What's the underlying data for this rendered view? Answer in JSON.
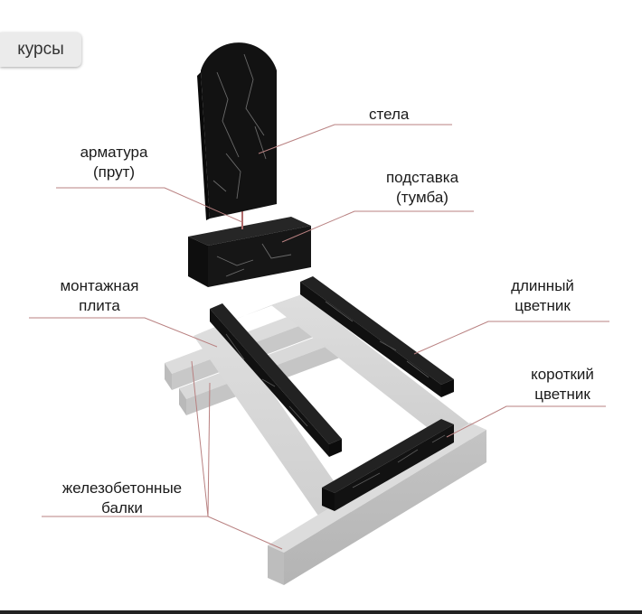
{
  "button": {
    "label": "курсы"
  },
  "labels": {
    "stela": "стела",
    "armatura": "арматура",
    "armatura_sub": "(прут)",
    "podstavka": "подставка",
    "podstavka_sub": "(тумба)",
    "montazh": "монтажная",
    "montazh_sub": "плита",
    "dlinny": "длинный",
    "dlinny_sub": "цветник",
    "korotky": "короткий",
    "korotky_sub": "цветник",
    "balki": "железобетонные",
    "balki_sub": "балки"
  },
  "colors": {
    "granite": "#141414",
    "concrete": "#d2d2d2",
    "leader_line": "#b07070"
  }
}
